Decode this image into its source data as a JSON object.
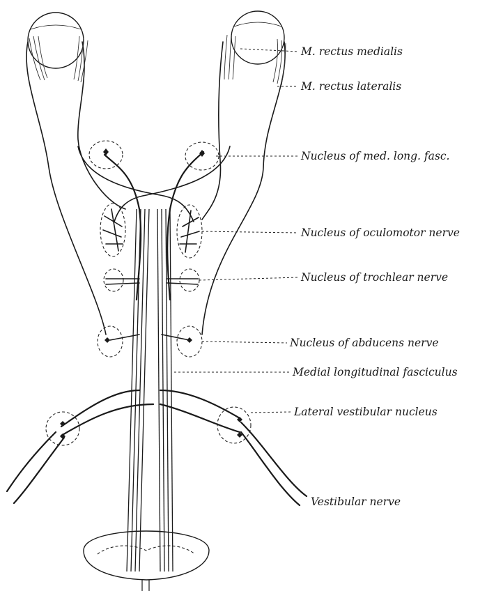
{
  "labels": {
    "rectus_medialis": "M. rectus medialis",
    "rectus_lateralis": "M. rectus lateralis",
    "nucleus_mlf": "Nucleus of med. long. fasc.",
    "nucleus_oculomotor": "Nucleus of oculomotor nerve",
    "nucleus_trochlear": "Nucleus of trochlear nerve",
    "nucleus_abducens": "Nucleus of abducens nerve",
    "mlf": "Medial longitudinal fasciculus",
    "lateral_vestibular": "Lateral vestibular nucleus",
    "vestibular_nerve": "Vestibular nerve"
  }
}
